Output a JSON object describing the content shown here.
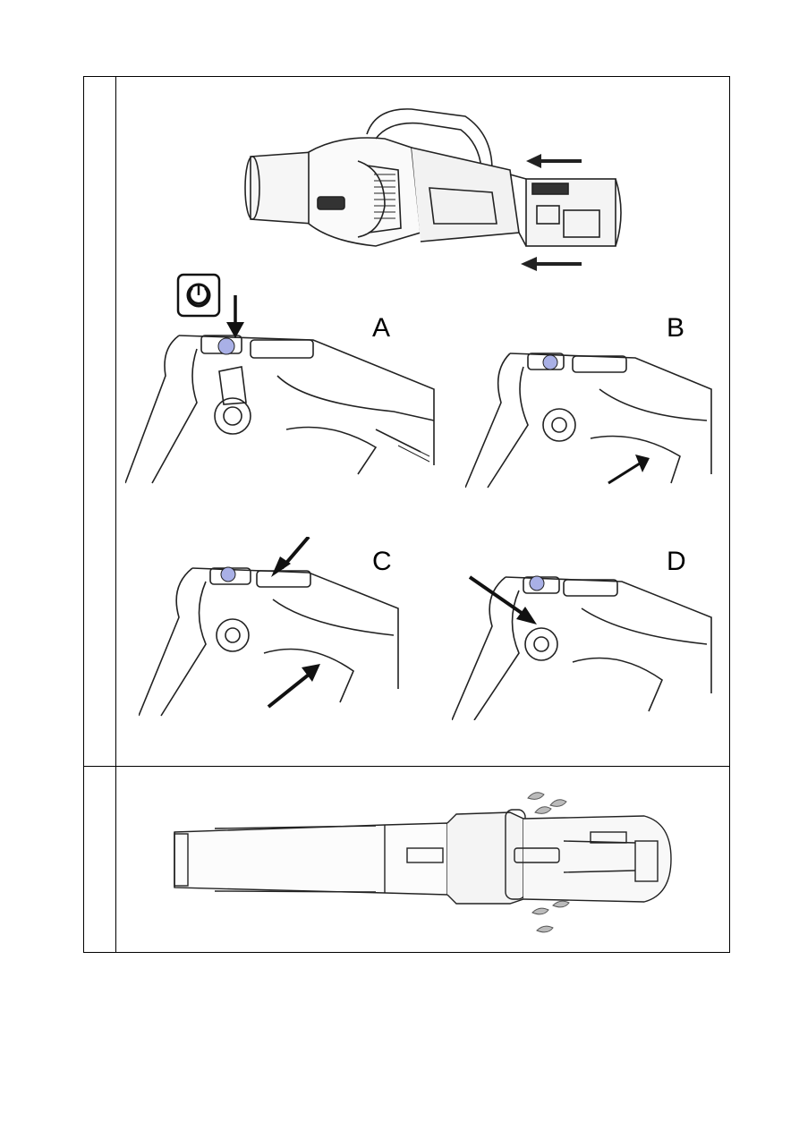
{
  "rows": [
    {
      "number": ""
    },
    {
      "number": ""
    }
  ],
  "panels": {
    "a": "A",
    "b": "B",
    "c": "C",
    "d": "D"
  },
  "power_icon": "power-icon",
  "watermark": ""
}
